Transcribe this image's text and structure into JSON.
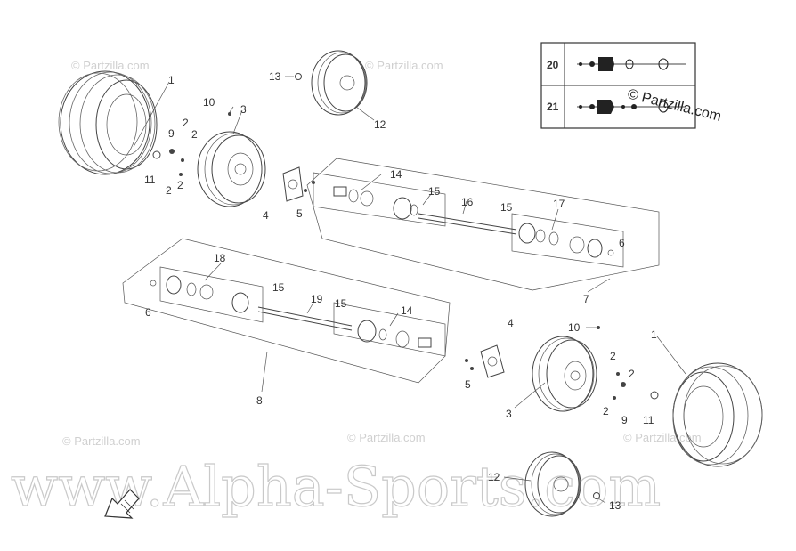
{
  "watermark": {
    "main_text": "www.Alpha-Sports.com",
    "small_text": "© Partzilla.com"
  },
  "inset": {
    "rows": [
      {
        "number": "20"
      },
      {
        "number": "21"
      }
    ],
    "brand": "© Partzilla.com"
  },
  "callouts": {
    "n1a": "1",
    "n1b": "1",
    "n2a": "2",
    "n2b": "2",
    "n2c": "2",
    "n2d": "2",
    "n2e": "2",
    "n2f": "2",
    "n2g": "2",
    "n3a": "3",
    "n3b": "3",
    "n4a": "4",
    "n4b": "4",
    "n5a": "5",
    "n5b": "5",
    "n6a": "6",
    "n6b": "6",
    "n7": "7",
    "n8": "8",
    "n9a": "9",
    "n9b": "9",
    "n10a": "10",
    "n10b": "10",
    "n11a": "11",
    "n11b": "11",
    "n12a": "12",
    "n12b": "12",
    "n13a": "13",
    "n13b": "13",
    "n14a": "14",
    "n14b": "14",
    "n15a": "15",
    "n15b": "15",
    "n15c": "15",
    "n15d": "15",
    "n16": "16",
    "n17": "17",
    "n18": "18",
    "n19": "19"
  }
}
